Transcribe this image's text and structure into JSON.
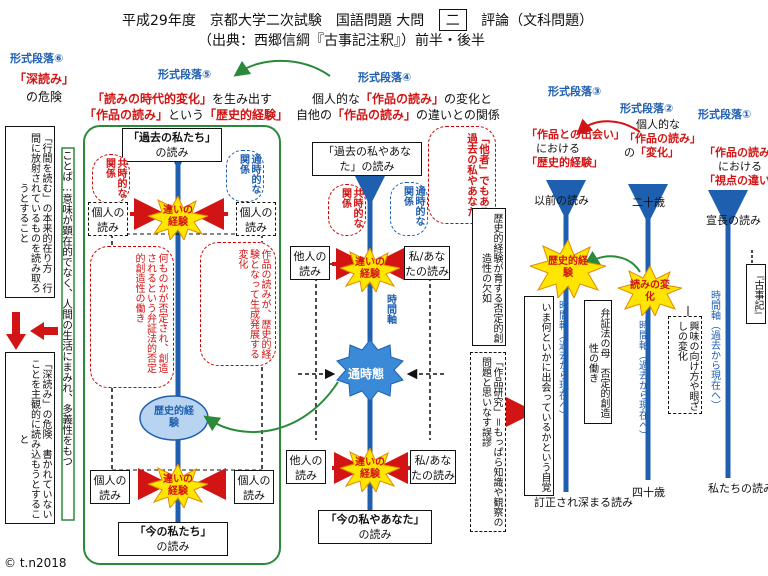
{
  "header": {
    "title_l1": "平成29年度　京都大学二次試験　国語問題 大問",
    "num": "二",
    "title_l1b": "評論（文科問題）",
    "title_l2": "（出典：西郷信綱『古事記注釈』）前半・後半"
  },
  "sections": {
    "s6": "形式段落⑥",
    "s5": "形式段落⑤",
    "s4": "形式段落④",
    "s3": "形式段落③",
    "s2": "形式段落②",
    "s1": "形式段落①"
  },
  "s6": {
    "head_a": "「深読み」",
    "head_b": "の危険",
    "top_box": "「行間を読む」の本来的在り方　行間に放射されているものを読み取ろうとすること",
    "mid_text": "ことば…意味が顕在的でなく、人間の生活にまみれ、多義性をもつ",
    "bot_box": "「深読み」の危険　書かれていないことを主観的に読み込もうとすること"
  },
  "s5": {
    "head_l1a": "「読みの時代的変化」",
    "head_l1b": "を生み出す",
    "head_l2a": "「作品の読み」",
    "head_l2b": "という",
    "head_l2c": "「歴史的経験」",
    "past_a": "「過去の私たち」",
    "past_b": "の読み",
    "now_a": "「今の私たち」",
    "now_b": "の読み",
    "kyoji": "共時的な関係",
    "tsuji": "通時的な関係",
    "person": "個人の読み",
    "diff": "違いの経験",
    "hist": "歴史的経験",
    "cloud_left": "何ものかが否定され、創造されるという弁証法的否定的創造性の働き",
    "cloud_right": "作品の読みが、歴史的経験となって生成発展する変化"
  },
  "s4": {
    "head_l1a": "個人的な",
    "head_l1b": "「作品の読み」",
    "head_l1c": "の変化と",
    "head_l2a": "自他の",
    "head_l2b": "「作品の読み」",
    "head_l2c": "の違いとの関係",
    "past": "「過去の私やあなた」の読み",
    "now_a": "「今の私やあなた」",
    "now_b": "の読み",
    "other_cloud": "「他者」でもある過去の私やあなた",
    "kyoji": "共時的な関係",
    "tsuji": "通時的な関係",
    "other": "他人の読み",
    "mine": "私/あなたの読み",
    "diff": "違いの経験",
    "axis": "時間軸",
    "tsujitai": "通時態",
    "vert_box": "歴史的経験が育する否定的創造性の欠如",
    "dash_box": "「作品研究」＝もっぱら知識や観察の問題と思いなす誤謬"
  },
  "s3": {
    "head_a": "「作品との出会い」",
    "head_b": "における",
    "head_c": "「歴史的経験」",
    "before": "以前の読み",
    "after": "訂正され深まる読み",
    "hist": "歴史的経験",
    "dial": "弁証法の母　否定的創造性の働き",
    "now": "いま何といかに出会っているかという自覚",
    "axis": "時間軸（過去から現在へ）"
  },
  "s2": {
    "head_a": "個人的な",
    "head_b": "「作品の読み」",
    "head_c": "の",
    "head_d": "「変化」",
    "twenty": "二十歳",
    "forty": "四十歳",
    "change": "読みの変化",
    "interest": "興味の向け方や眼ざしの変化",
    "axis": "時間軸（過去から現在へ）"
  },
  "s1": {
    "head_a": "「作品の読み」",
    "head_b": "における",
    "head_c": "「視点の違い」",
    "norinaga": "宣長の読み",
    "kojiki": "『古事記』",
    "axis": "時間軸（過去から現在へ）",
    "ours": "私たちの読み"
  },
  "copyright": "© t.n2018",
  "colors": {
    "blue": "#1f5fb0",
    "red": "#d21414",
    "green": "#2a8a3a",
    "star": "#ffe600"
  }
}
